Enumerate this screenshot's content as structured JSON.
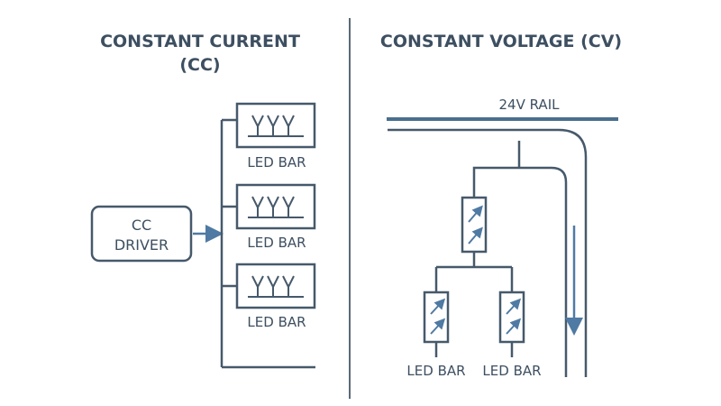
{
  "left_panel": {
    "title_line1": "CONSTANT CURRENT",
    "title_line2": "(CC)",
    "driver_line1": "CC",
    "driver_line2": "DRIVER",
    "led_labels": [
      "LED BAR",
      "LED BAR",
      "LED BAR"
    ]
  },
  "right_panel": {
    "title": "CONSTANT VOLTAGE (CV)",
    "rail_label": "24V RAIL",
    "led_labels": [
      "LED BAR",
      "LED BAR"
    ]
  },
  "colors": {
    "line": "#46596b",
    "text": "#3d4f61",
    "rail": "#4a6f8e",
    "arrow": "#4f7aa3",
    "divider": "#5a6a78"
  }
}
